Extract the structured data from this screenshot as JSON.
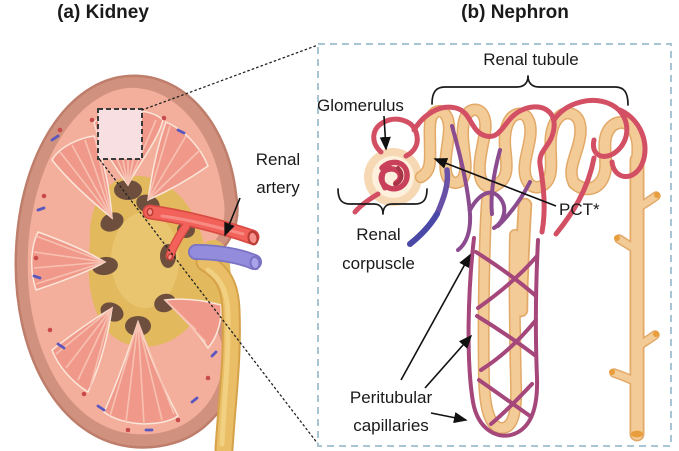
{
  "figure": {
    "panel_a": {
      "title": "(a) Kidney",
      "labels": {
        "renal_artery": "Renal artery"
      }
    },
    "panel_b": {
      "title": "(b) Nephron",
      "labels": {
        "renal_tubule": "Renal tubule",
        "glomerulus": "Glomerulus",
        "pct": "PCT*",
        "renal_corpuscle": "Renal corpuscle",
        "peritubular_capillaries": "Peritubular capillaries"
      }
    },
    "palette": {
      "cortex_pink": "#F4AF9C",
      "pyramid_salmon": "#F0998A",
      "capsule_brown_pink": "#D0927E",
      "pelvis_gold": "#E2B95C",
      "sinus_brown": "#6E4F3E",
      "artery_red": "#F2625A",
      "vein_purple": "#938CDC",
      "ureter_tan": "#E9BE66",
      "tubule_tan": "#F3CB97",
      "tubule_crimson": "#D34F63",
      "capillary_maroon": "#A5477B",
      "vessel_indigo": "#4B49A8",
      "duct_tip_orange": "#E89E3C",
      "inset_border_blue": "#A8C5D6",
      "text": "#1a1a1a"
    }
  }
}
